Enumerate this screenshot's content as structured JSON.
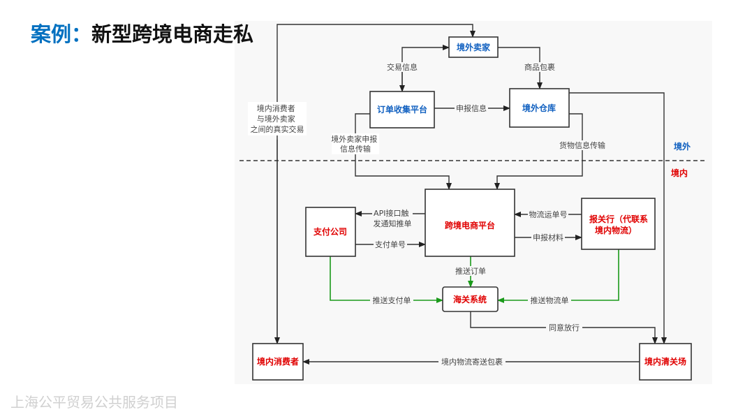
{
  "title": {
    "prefix": "案例：",
    "main": "新型跨境电商走私"
  },
  "footer": "上海公平贸易公共服务项目",
  "colors": {
    "title_accent": "#0070c0",
    "overseas_node": "#1060c0",
    "domestic_node": "#e00000",
    "customs_flow": "#1a9a1a"
  },
  "regions": {
    "overseas": "境外",
    "domestic": "境内"
  },
  "nodes": {
    "seller": "境外卖家",
    "order_platform": "订单收集平台",
    "warehouse": "境外仓库",
    "ecommerce_platform": "跨境电商平台",
    "payment": "支付公司",
    "broker": [
      "报关行（代联系",
      "境内物流）"
    ],
    "customs": "海关系统",
    "consumer": "境内消费者",
    "clearance": "境内清关场"
  },
  "edges": {
    "real_trade": [
      "境内消费者",
      "与境外卖家",
      "之间的真实交易"
    ],
    "trade_info": "交易信息",
    "goods_parcel": "商品包裹",
    "declare_info": "申报信息",
    "seller_declare": [
      "境外卖家申报",
      "信息传输"
    ],
    "cargo_info": "货物信息传输",
    "api_push": [
      "API接口触",
      "发通知推单"
    ],
    "payment_no": "支付单号",
    "logistics_no": "物流运单号",
    "declare_material": "申报材料",
    "push_order": "推送订单",
    "push_payment": "推送支付单",
    "push_logistics": "推送物流单",
    "release": "同意放行",
    "domestic_delivery": "境内物流寄送包裹"
  }
}
